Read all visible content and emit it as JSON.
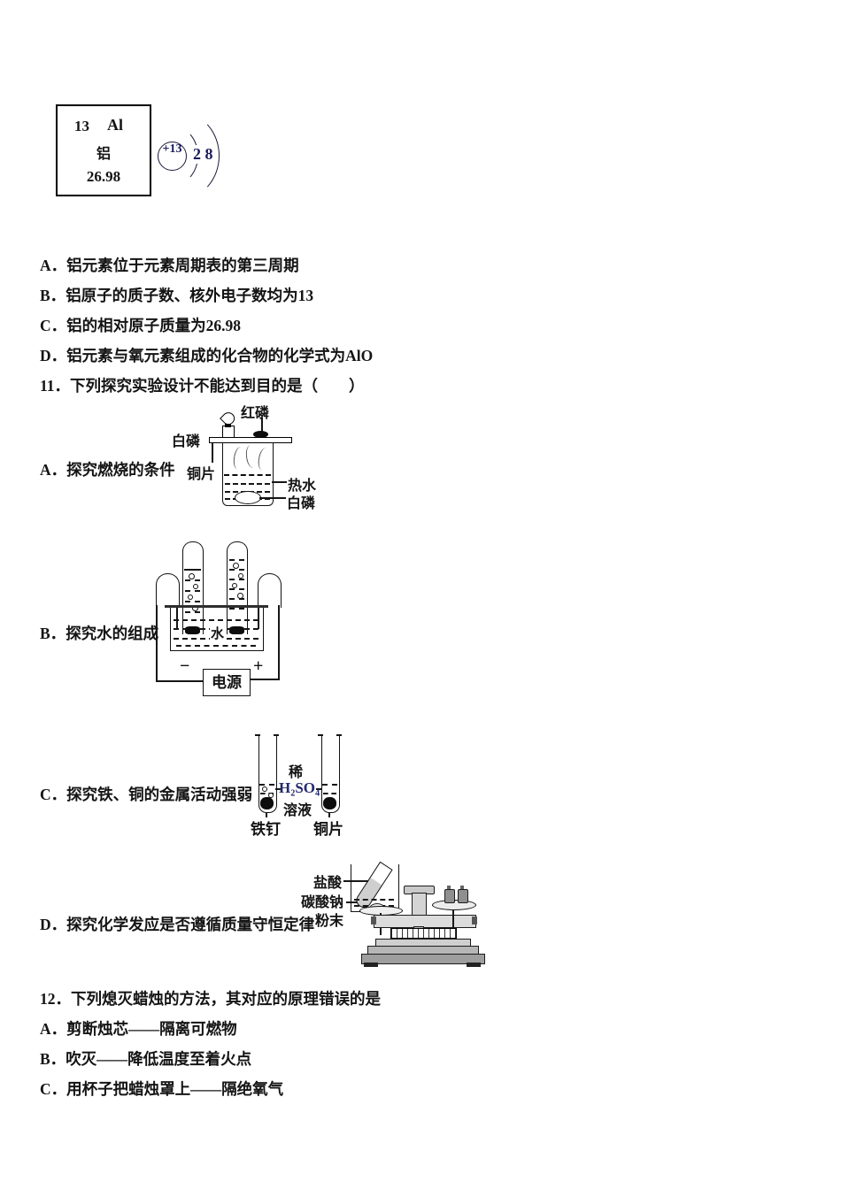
{
  "colors": {
    "ink": "#141414",
    "formula_ink": "#232a6e",
    "paper": "#ffffff"
  },
  "element_cell": {
    "number": "13",
    "symbol": "Al",
    "name": "铝",
    "mass": "26.98"
  },
  "atom": {
    "nucleus": "+13",
    "shells": "2 8"
  },
  "q10": {
    "options": [
      {
        "label": "A．",
        "text": "铝元素位于元素周期表的第三周期"
      },
      {
        "label": "B．",
        "text": "铝原子的质子数、核外电子数均为13"
      },
      {
        "label": "C．",
        "text": "铝的相对原子质量为26.98"
      },
      {
        "label": "D．",
        "text": "铝元素与氧元素组成的化合物的化学式为AlO"
      }
    ]
  },
  "q11": {
    "stem": "11．下列探究实验设计不能达到目的是（　　）",
    "options": [
      {
        "label": "A．",
        "text": "探究燃烧的条件"
      },
      {
        "label": "B．",
        "text": "探究水的组成"
      },
      {
        "label": "C．",
        "text": "探究铁、铜的金属活动强弱"
      },
      {
        "label": "D．",
        "text": "探究化学发应是否遵循质量守恒定律"
      }
    ],
    "diagram_a": {
      "red_phosphorus": "红磷",
      "white_phosphorus_top": "白磷",
      "copper_sheet": "铜片",
      "hot_water": "热水",
      "white_phosphorus_bottom": "白磷"
    },
    "diagram_b": {
      "water": "水",
      "power_supply": "电源",
      "minus": "−",
      "plus": "+"
    },
    "diagram_c": {
      "dilute": "稀",
      "acid_formula": "H₂SO₄",
      "solution": "溶液",
      "iron_nail": "铁钉",
      "copper_piece": "铜片"
    },
    "diagram_d": {
      "hydrochloric_acid": "盐酸",
      "sodium_carbonate": "碳酸钠",
      "powder": "粉末"
    }
  },
  "q12": {
    "stem": "12．下列熄灭蜡烛的方法，其对应的原理错误的是",
    "options": [
      {
        "label": "A．",
        "text": "剪断烛芯——隔离可燃物"
      },
      {
        "label": "B．",
        "text": "吹灭——降低温度至着火点"
      },
      {
        "label": "C．",
        "text": "用杯子把蜡烛罩上——隔绝氧气"
      }
    ]
  }
}
